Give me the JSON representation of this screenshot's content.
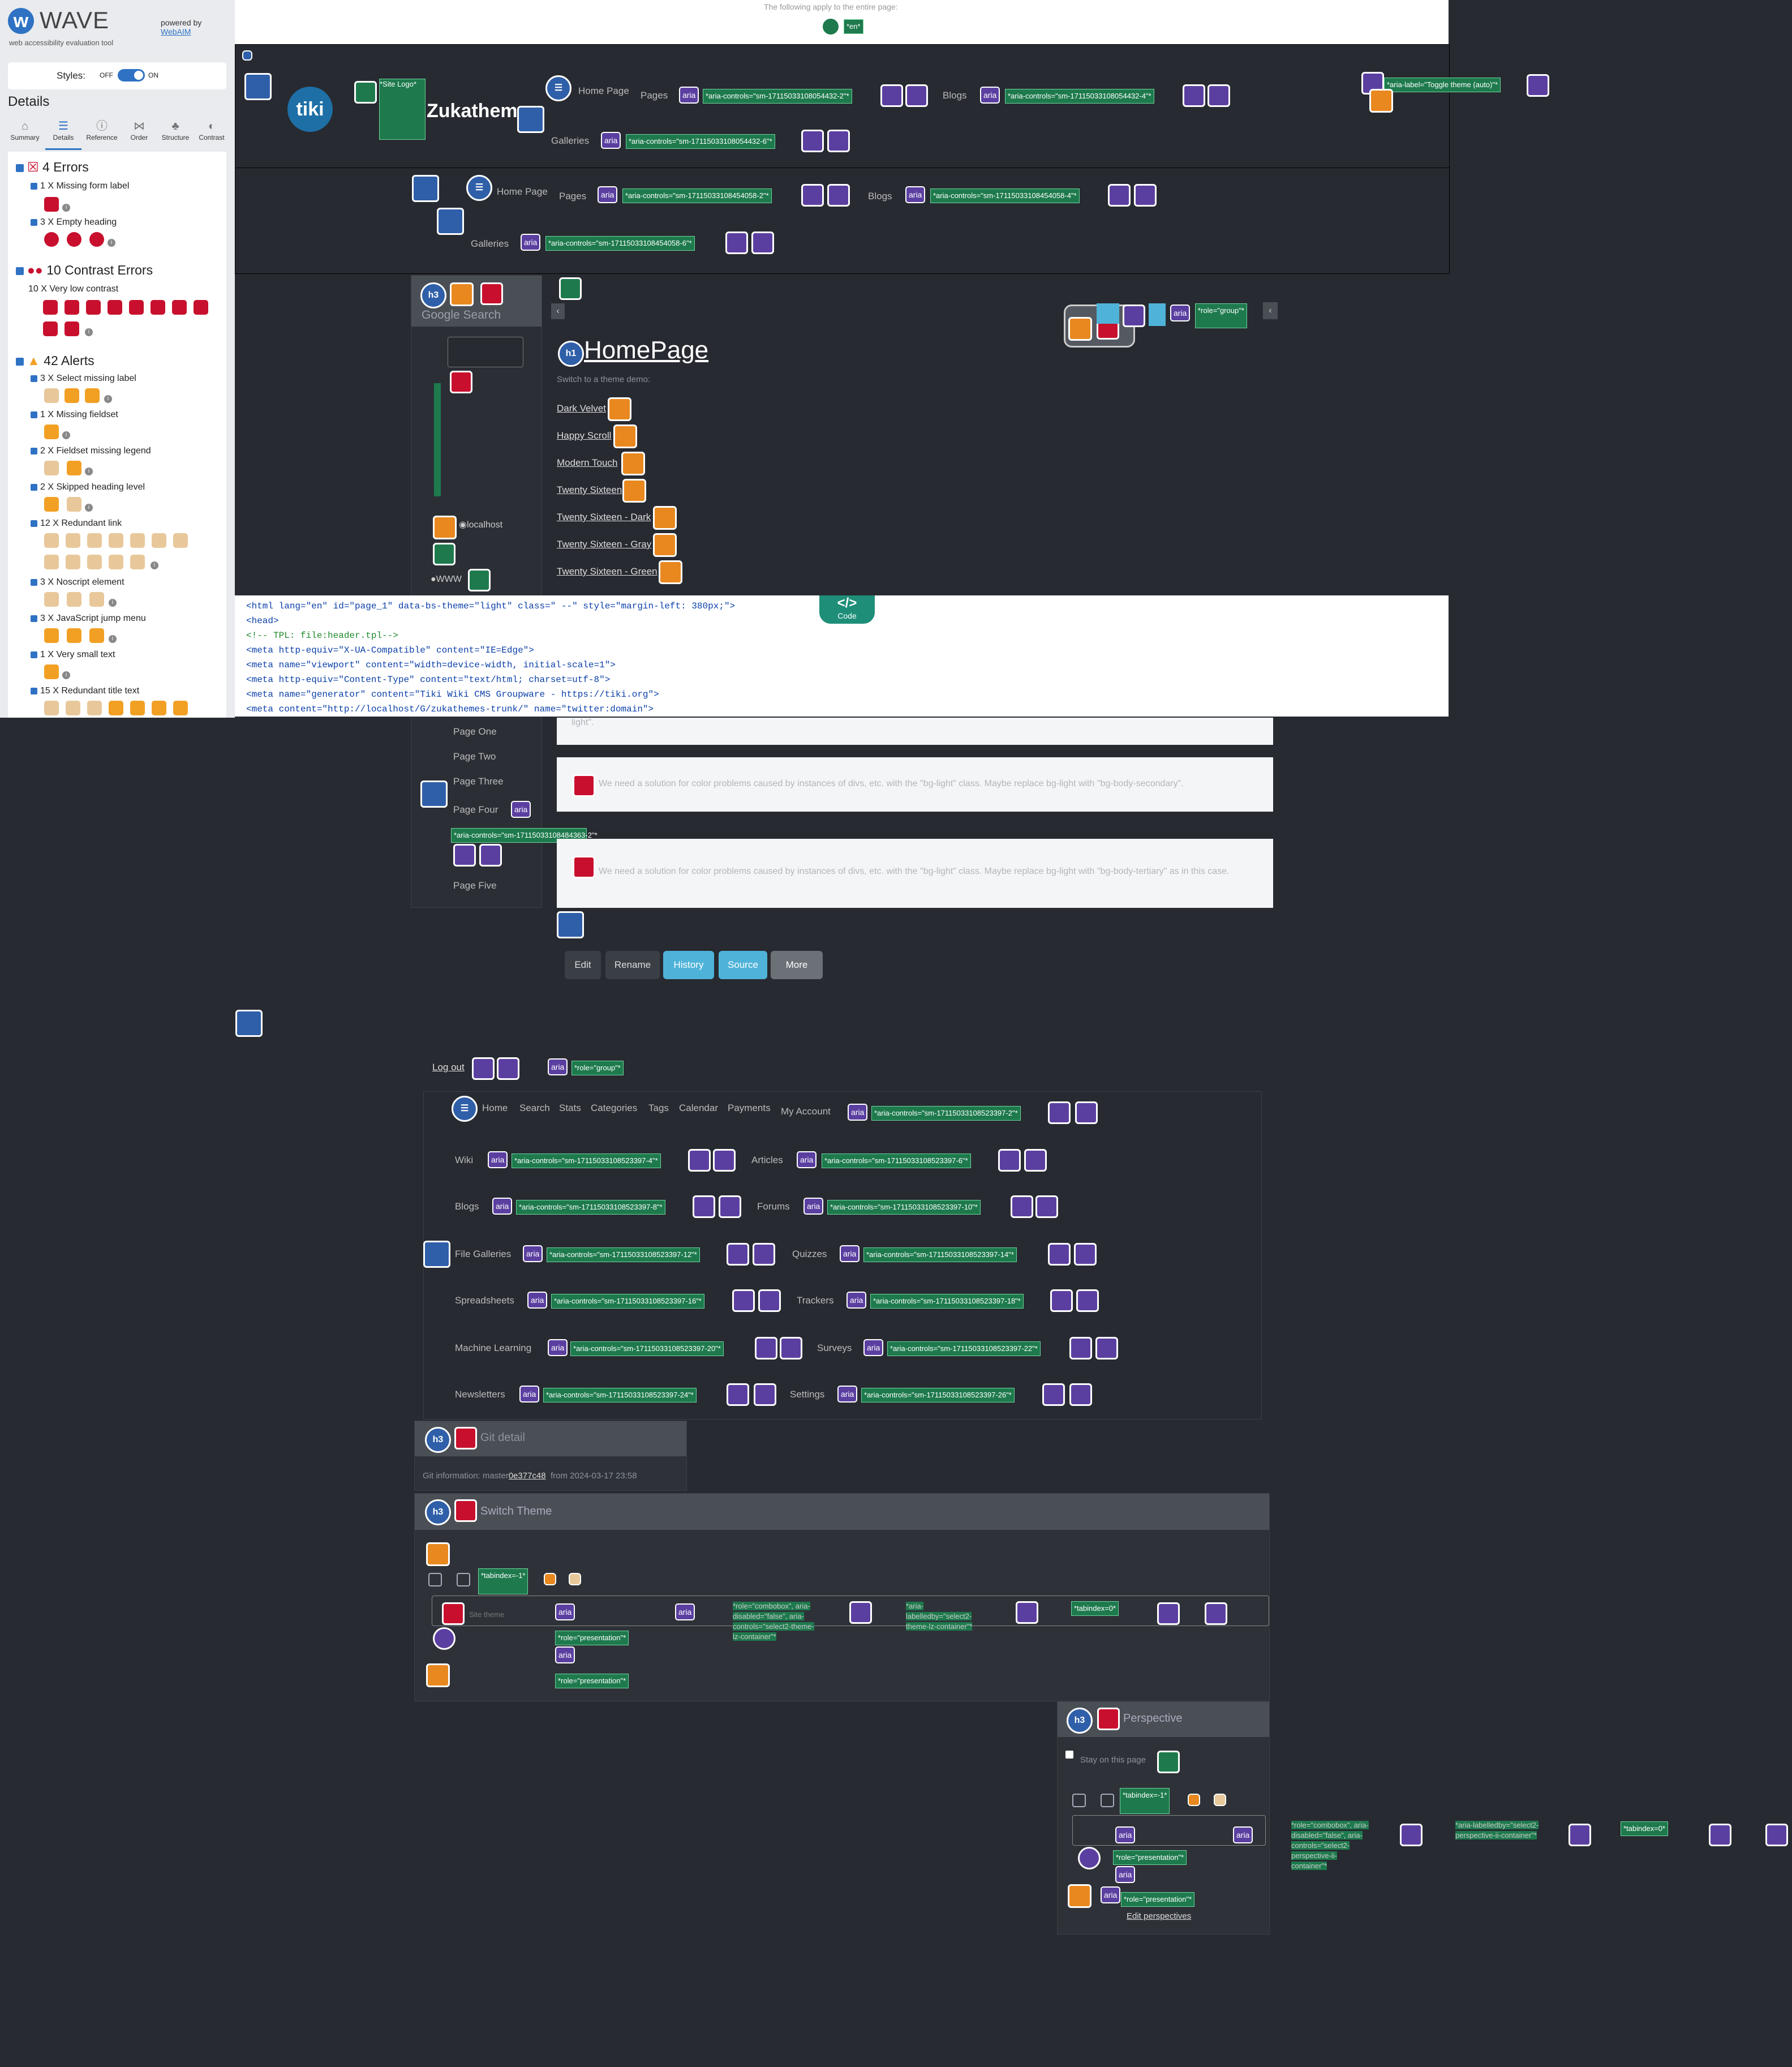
{
  "wave": {
    "title": "WAVE",
    "subtitle": "web accessibility evaluation tool",
    "powered_by": "powered by",
    "webaim": "WebAIM",
    "styles_label": "Styles:",
    "styles_off": "OFF",
    "styles_on": "ON",
    "details_heading": "Details",
    "tabs": [
      "Summary",
      "Details",
      "Reference",
      "Order",
      "Structure",
      "Contrast"
    ],
    "errors_heading": "4 Errors",
    "error_items": [
      "1 X Missing form label",
      "3 X Empty heading"
    ],
    "contrast_heading": "10 Contrast Errors",
    "contrast_items": [
      "10 X Very low contrast"
    ],
    "alerts_heading": "42 Alerts",
    "alert_items": [
      "3 X Select missing label",
      "1 X Missing fieldset",
      "2 X Fieldset missing legend",
      "2 X Skipped heading level",
      "12 X Redundant link",
      "3 X Noscript element",
      "3 X JavaScript jump menu",
      "1 X Very small text",
      "15 X Redundant title text"
    ]
  },
  "topbar": {
    "text": "The following apply to the entire page:",
    "lang_attr": "*en*"
  },
  "header": {
    "site_logo_attr": "*Site Logo*",
    "site_name": "Zukathem",
    "home": "Home Page",
    "pages": "Pages",
    "blogs": "Blogs",
    "galleries": "Galleries",
    "aria1": "*aria-controls=\"sm-17115033108054432-2\"*",
    "aria2": "*aria-controls=\"sm-17115033108054432-4\"*",
    "aria3": "*aria-controls=\"sm-17115033108054432-6\"*",
    "toggle_attr": "*aria-label=\"Toggle theme (auto)\"*"
  },
  "header2": {
    "home": "Home Page",
    "pages": "Pages",
    "blogs": "Blogs",
    "galleries": "Galleries",
    "aria1": "*aria-controls=\"sm-17115033108454058-2\"*",
    "aria2": "*aria-controls=\"sm-17115033108454058-4\"*",
    "aria3": "*aria-controls=\"sm-17115033108454058-6\"*"
  },
  "sidebar": {
    "search_title": "Google Search",
    "localhost": "localhost",
    "www": "WWW",
    "pages": [
      "Page One",
      "Page Two",
      "Page Three",
      "Page Four",
      "Page Five"
    ],
    "page4_aria": "*aria-controls=\"sm-17115033108484363-2\"*"
  },
  "main": {
    "role_group": "*role=\"group\"*",
    "heading": "HomePage",
    "switch_text": "Switch to a theme demo:",
    "themes": [
      "Dark Velvet",
      "Happy Scroll",
      "Modern Touch",
      "Twenty Sixteen",
      "Twenty Sixteen - Dark",
      "Twenty Sixteen - Gray",
      "Twenty Sixteen - Green"
    ],
    "note_tail": "light\".",
    "note1": "We need a solution for color problems caused by instances of divs, etc. with the \"bg-light\" class. Maybe replace bg-light with \"bg-body-secondary\".",
    "note2": "We need a solution for color problems caused by instances of divs, etc. with the \"bg-light\" class. Maybe replace bg-light with \"bg-body-tertiary\" as in this case.",
    "buttons": [
      "Edit",
      "Rename",
      "History",
      "Source",
      "More"
    ]
  },
  "code": {
    "button_label": "Code",
    "lines": [
      "<html lang=\"en\" id=\"page_1\" data-bs-theme=\"light\" class=\" --\" style=\"margin-left: 380px;\">",
      "  <head>",
      "    <!-- TPL: file:header.tpl-->",
      "    <meta http-equiv=\"X-UA-Compatible\" content=\"IE=Edge\">",
      "    <meta name=\"viewport\" content=\"width=device-width, initial-scale=1\">",
      "    <meta http-equiv=\"Content-Type\" content=\"text/html; charset=utf-8\">",
      "    <meta name=\"generator\" content=\"Tiki Wiki CMS Groupware - https://tiki.org\">",
      "    <meta content=\"http://localhost/G/zukathemes-trunk/\" name=\"twitter:domain\">"
    ]
  },
  "lower": {
    "logout": "Log out",
    "role_group": "*role=\"group\"*",
    "menu_row1": [
      "Home",
      "Search",
      "Stats",
      "Categories",
      "Tags",
      "Calendar",
      "Payments",
      "My Account"
    ],
    "myaccount_aria": "*aria-controls=\"sm-17115033108523397-2\"*",
    "menu_items": [
      {
        "label": "Wiki",
        "aria": "*aria-controls=\"sm-17115033108523397-4\"*"
      },
      {
        "label": "Articles",
        "aria": "*aria-controls=\"sm-17115033108523397-6\"*"
      },
      {
        "label": "Blogs",
        "aria": "*aria-controls=\"sm-17115033108523397-8\"*"
      },
      {
        "label": "Forums",
        "aria": "*aria-controls=\"sm-17115033108523397-10\"*"
      },
      {
        "label": "File Galleries",
        "aria": "*aria-controls=\"sm-17115033108523397-12\"*"
      },
      {
        "label": "Quizzes",
        "aria": "*aria-controls=\"sm-17115033108523397-14\"*"
      },
      {
        "label": "Spreadsheets",
        "aria": "*aria-controls=\"sm-17115033108523397-16\"*"
      },
      {
        "label": "Trackers",
        "aria": "*aria-controls=\"sm-17115033108523397-18\"*"
      },
      {
        "label": "Machine Learning",
        "aria": "*aria-controls=\"sm-17115033108523397-20\"*"
      },
      {
        "label": "Surveys",
        "aria": "*aria-controls=\"sm-17115033108523397-22\"*"
      },
      {
        "label": "Newsletters",
        "aria": "*aria-controls=\"sm-17115033108523397-24\"*"
      },
      {
        "label": "Settings",
        "aria": "*aria-controls=\"sm-17115033108523397-26\"*"
      }
    ]
  },
  "git": {
    "title": "Git detail",
    "info": "Git information:  master",
    "hash": "0e377c48",
    "date": "from 2024-03-17 23:58"
  },
  "switch_theme": {
    "title": "Switch Theme",
    "tabindex": "*tabindex=-1*",
    "placeholder": "Site theme",
    "combobox": "*role=\"combobox\", aria-disabled=\"false\", aria-controls=\"select2-theme-lz-container\"*",
    "labelledby": "*aria-labelledby=\"select2-theme-lz-container\"*",
    "tabindex0": "*tabindex=0*",
    "presentation": "*role=\"presentation\"*"
  },
  "perspective": {
    "title": "Perspective",
    "stay": "Stay on this page",
    "tabindex": "*tabindex=-1*",
    "combobox": "*role=\"combobox\", aria-disabled=\"false\", aria-controls=\"select2-perspective-ii-container\"*",
    "labelledby": "*aria-labelledby=\"select2-perspective-ii-container\"*",
    "tabindex0": "*tabindex=0*",
    "presentation": "*role=\"presentation\"*",
    "edit": "Edit perspectives"
  },
  "aria_label": "aria",
  "colors": {
    "wave_blue": "#2f72c4",
    "error_red": "#c8102e",
    "alert_orange": "#e8881f",
    "aria_purple": "#5b3fa0",
    "attr_green": "#1e7a4d",
    "history_btn": "#4fb3d9",
    "more_btn": "#6c7178"
  }
}
